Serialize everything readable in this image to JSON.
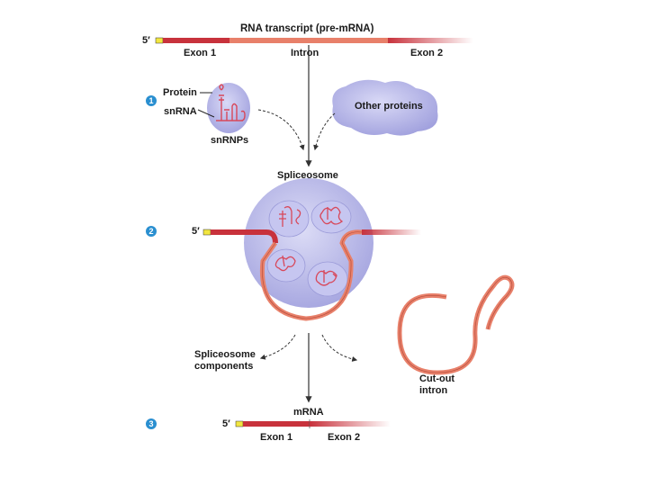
{
  "title": "RNA transcript (pre-mRNA)",
  "prime_label": "5′",
  "pre_mrna": {
    "exon1": "Exon 1",
    "intron": "Intron",
    "exon2": "Exon 2"
  },
  "step1": {
    "number": "1",
    "protein": "Protein",
    "snrna": "snRNA",
    "snrnps": "snRNPs",
    "other_proteins": "Other proteins"
  },
  "spliceosome_label": "Spliceosome",
  "step2": {
    "number": "2"
  },
  "spliceosome_components": [
    "Spliceosome",
    "components"
  ],
  "cut_out_intron": [
    "Cut-out",
    "intron"
  ],
  "step3": {
    "number": "3",
    "mrna": "mRNA",
    "exon1": "Exon 1",
    "exon2": "Exon 2"
  },
  "colors": {
    "exon_red": "#c8323c",
    "intron_salmon": "#e8806a",
    "cap_yellow": "#f2e640",
    "protein_lavender": "#b8b8ea",
    "rna_pink": "#d8485a",
    "step_blue": "#2a8fd0"
  }
}
